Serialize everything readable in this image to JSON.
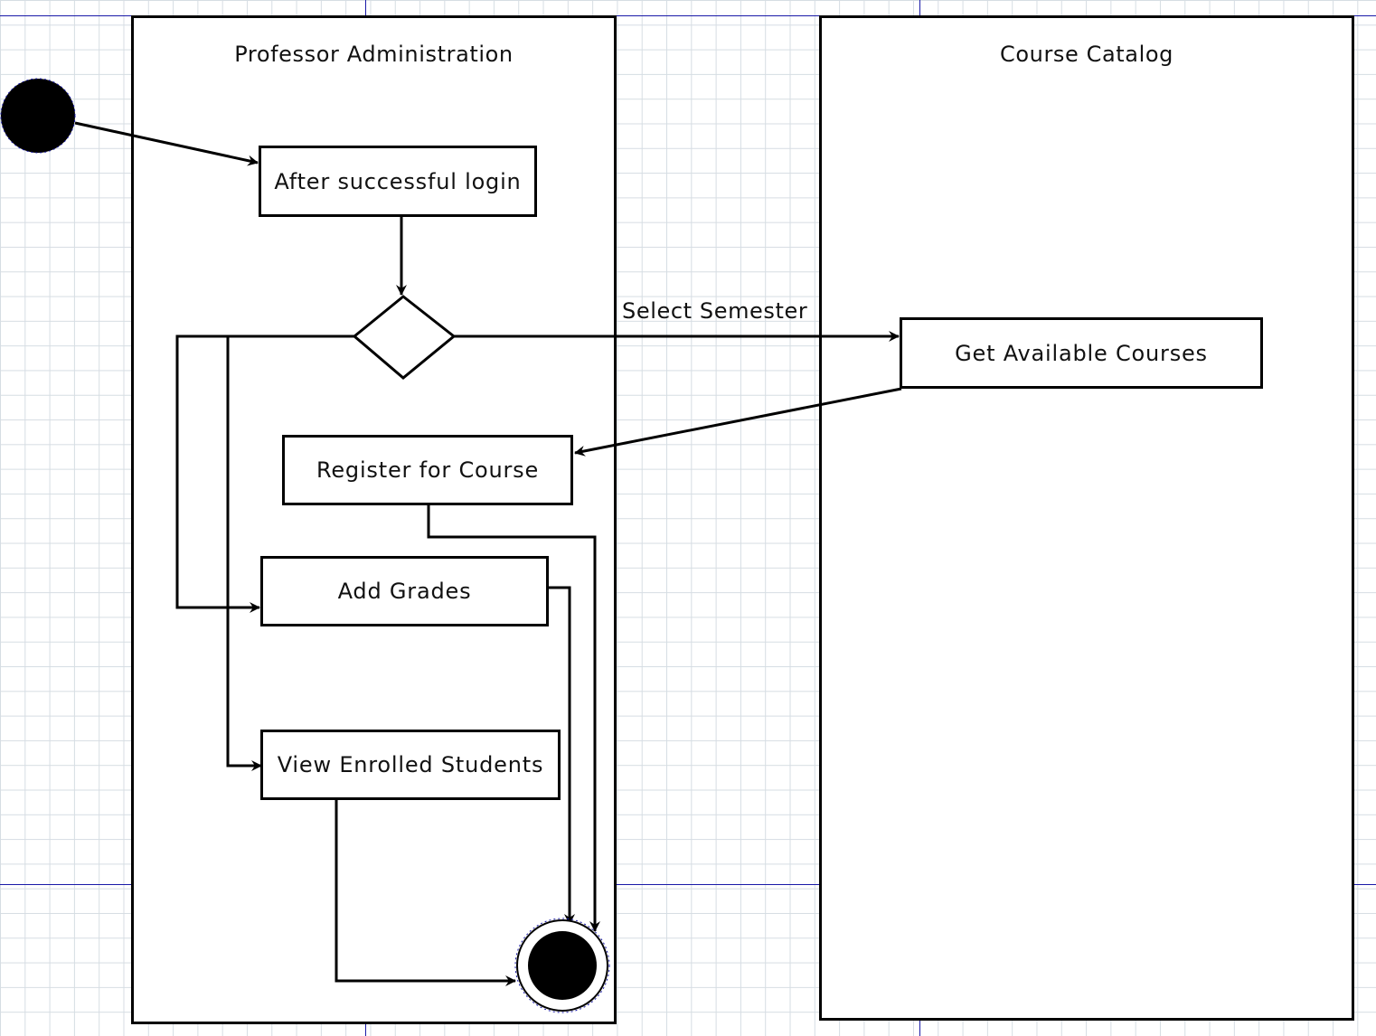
{
  "lanes": {
    "professor_admin": "Professor Administration",
    "course_catalog": "Course Catalog"
  },
  "activities": {
    "after_login": "After successful login",
    "get_available_courses": "Get Available Courses",
    "register_for_course": "Register for Course",
    "add_grades": "Add Grades",
    "view_enrolled_students": "View Enrolled Students"
  },
  "edges": {
    "select_semester": "Select Semester"
  },
  "colors": {
    "stroke": "#000000",
    "selection_handles": "#1a1aa8",
    "grid": "#d6dde3",
    "page_break": "#1a1aa8"
  }
}
